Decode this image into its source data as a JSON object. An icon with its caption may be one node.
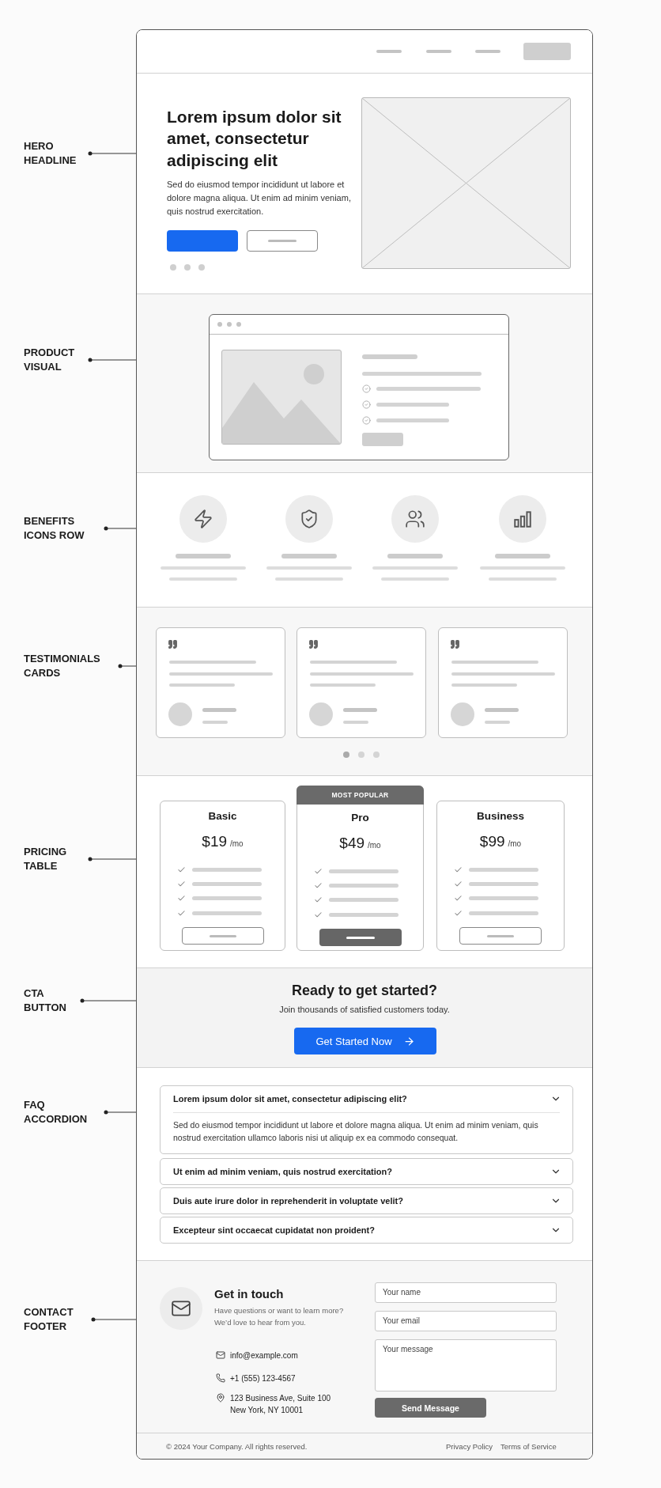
{
  "diagram": {
    "nodes": [
      {
        "text": [
          "HERO HEADLINE"
        ]
      },
      {
        "text": [
          "PRODUCT VISUAL"
        ]
      },
      {
        "text": [
          "BENEFITS ICONS ROW"
        ]
      },
      {
        "text": [
          "TESTIMONIALS CARDS"
        ]
      },
      {
        "text": [
          "PRICING TABLE"
        ]
      },
      {
        "text": [
          "CTA BUTTON"
        ]
      },
      {
        "text": [
          "FAQ ACCORDION"
        ]
      },
      {
        "text": [
          "CONTACT FOOTER"
        ]
      },
      {
        "text": [],
        "shape": "box"
      },
      {
        "text": [],
        "shape": "box"
      },
      {
        "text": [],
        "shape": "box"
      },
      {
        "text": [],
        "shape": "box"
      },
      {
        "text": [],
        "shape": "box"
      },
      {
        "text": [],
        "shape": "box"
      },
      {
        "text": [],
        "shape": "box"
      },
      {
        "text": [],
        "shape": "box"
      }
    ],
    "edges": [
      {
        "from": 0,
        "to": 8,
        "arrow": "other"
      },
      {
        "from": 1,
        "to": 9,
        "arrow": "other"
      },
      {
        "from": 2,
        "to": 10,
        "arrow": "other"
      },
      {
        "from": 3,
        "to": 11,
        "arrow": "other"
      },
      {
        "from": 4,
        "to": 12,
        "arrow": "other"
      },
      {
        "from": 5,
        "to": 13,
        "arrow": "other"
      },
      {
        "from": 6,
        "to": 14,
        "arrow": "other"
      },
      {
        "from": 7,
        "to": 15,
        "arrow": "other"
      }
    ],
    "labels": [
      "Lorem ipsum dolor sit amet, consectetur adipiscing elit",
      "Sed do eiusmod tempor incididunt ut labore et dolore magna aliqua. Ut enim ad minim veniam, quis nostrud exercitation.",
      "Basic",
      "$19",
      "/mo",
      "MOST POPULAR",
      "Pro",
      "$49",
      "/mo",
      "Business",
      "$99",
      "/mo",
      "Ready to get started?",
      "Join thousands of satisfied customers today.",
      "Get Started Now",
      "Lorem ipsum dolor sit amet, consectetur adipiscing elit?",
      "Sed do eiusmod tempor incididunt ut labore et dolore magna aliqua. Ut enim ad minim veniam, quis nostrud exercitation ullamco laboris nisi ut aliquip ex ea commodo consequat.",
      "Ut enim ad minim veniam, quis nostrud exercitation?",
      "Duis aute irure dolor in reprehenderit in voluptate velit?",
      "Excepteur sint occaecat cupidatat non proident?",
      "Get in touch",
      "Have questions or want to learn more? We’d love to hear from you.",
      "info@example.com",
      "+1 (555) 123-4567",
      "123 Business Ave, Suite 100 New York, NY 10001",
      "Your name",
      "Your email",
      "Your message",
      "Send Message",
      "© 2024 Your Company. All rights reserved.",
      "Privacy Policy",
      "Terms of Service"
    ]
  }
}
